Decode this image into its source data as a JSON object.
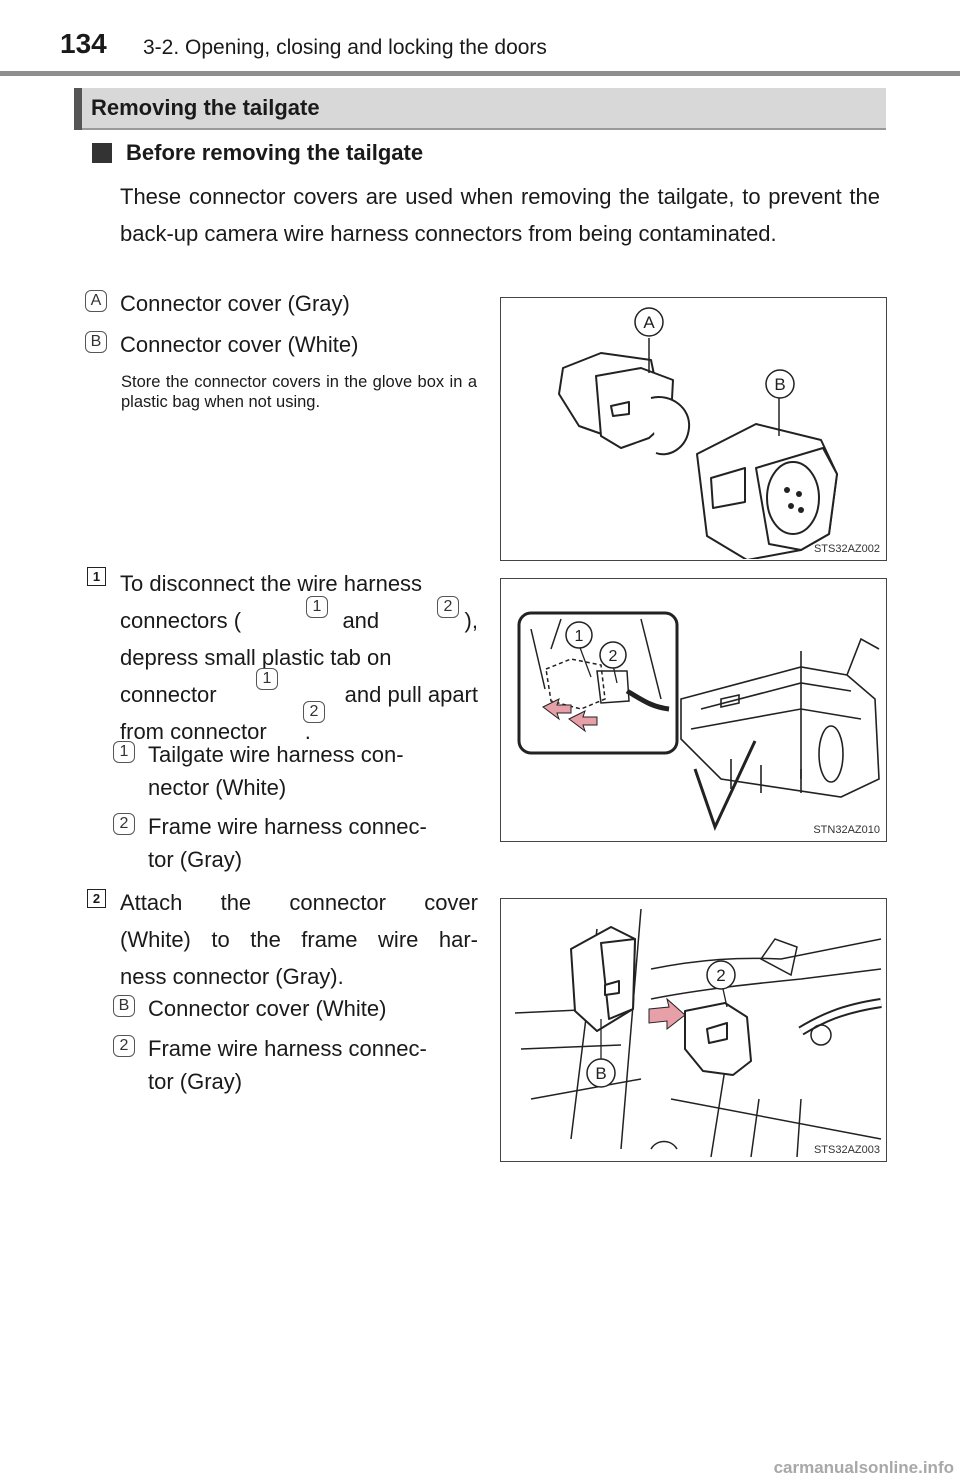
{
  "header": {
    "page_number": "134",
    "chapter": "3-2. Opening, closing and locking the doors"
  },
  "section": {
    "title": "Removing the tailgate"
  },
  "subsection": {
    "title": "Before removing the tailgate"
  },
  "intro": "These connector covers are used when removing the tailgate, to prevent the back-up camera wire harness connectors from being contaminated.",
  "covers": {
    "a_marker": "A",
    "a_label": "Connector cover (Gray)",
    "b_marker": "B",
    "b_label": "Connector cover (White)",
    "note": "Store the connector covers in the glove box in a plastic bag when not using."
  },
  "figures": {
    "fig1": {
      "code": "STS32AZ002",
      "callout_a": "A",
      "callout_b": "B"
    },
    "fig2": {
      "code": "STN32AZ010",
      "callout_1": "1",
      "callout_2": "2"
    },
    "fig3": {
      "code": "STS32AZ003",
      "callout_2": "2",
      "callout_b": "B"
    }
  },
  "step1": {
    "number": "1",
    "line1": "To disconnect the wire harness",
    "line2_pre": "connectors (",
    "line2_mid": "and",
    "line2_post": "),",
    "line3": "depress small plastic tab on",
    "line4_pre": "connector",
    "line4_post": "and pull apart",
    "line5_pre": "from connector",
    "line5_post": ".",
    "m1": "1",
    "m2": "2",
    "item1_marker": "1",
    "item1_l1": "Tailgate wire harness con-",
    "item1_l2": "nector (White)",
    "item2_marker": "2",
    "item2_l1": "Frame wire harness connec-",
    "item2_l2": "tor (Gray)"
  },
  "step2": {
    "number": "2",
    "l1": "Attach the connector cover",
    "l2": "(White) to the frame wire har-",
    "l3": "ness connector (Gray).",
    "item1_marker": "B",
    "item1_label": "Connector cover (White)",
    "item2_marker": "2",
    "item2_l1": "Frame wire harness connec-",
    "item2_l2": "tor (Gray)"
  },
  "watermark": "carmanualsonline.info"
}
